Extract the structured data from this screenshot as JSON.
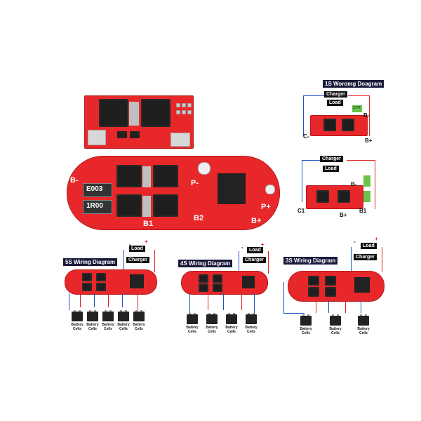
{
  "big_board": {
    "left_labels": [
      "B-"
    ],
    "resistor_1": "E003",
    "resistor_2": "1R00",
    "bottom_labels": [
      "B1",
      "B2",
      "B+"
    ],
    "top_right_labels": [
      "P-",
      "P+"
    ]
  },
  "diagram_1s": {
    "title": "1S Woromg Doagram",
    "charger": "Charger",
    "load": "Load",
    "minus": "-",
    "cell_value": "3.7V",
    "b_minus": "B-",
    "c_minus": "C-",
    "b_plus": "B+"
  },
  "diagram_2s": {
    "charger": "Charger",
    "load": "Load",
    "b_minus_top": "B-",
    "c1": "C1",
    "b1": "B1",
    "b_plus": "B+"
  },
  "diagram_5s": {
    "title": "5S Wiring Diagram",
    "load": "Load",
    "charger": "Charger",
    "cells": [
      "Battery Cells",
      "Battery Cells",
      "Battery Cells",
      "Battery Cells",
      "Battery Cells"
    ]
  },
  "diagram_4s": {
    "title": "4S Wiring Diagram",
    "load": "Load",
    "charger": "Charger",
    "cells": [
      "Battery Cells",
      "Battery Cells",
      "Battery Cells",
      "Battery Cells"
    ]
  },
  "diagram_3s": {
    "title": "3S Wiring Diagram",
    "load": "Load",
    "charger": "Charger",
    "cells": [
      "Battery Cells",
      "Battery Cells",
      "Battery Cells"
    ]
  },
  "colors": {
    "pcb": "#e8272a",
    "title_bg": "#1a1a3a",
    "wire_blue": "#1d4fc7",
    "wire_red": "#e02020"
  }
}
